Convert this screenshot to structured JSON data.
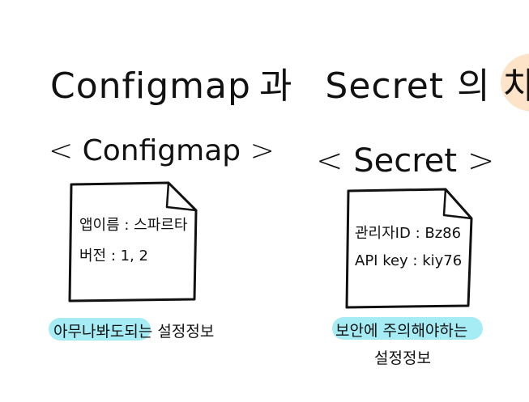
{
  "title": {
    "configmap": "Configmap",
    "and": "과",
    "secret": "Secret",
    "of": "의",
    "difference": "차이"
  },
  "configmap": {
    "heading_open": "<",
    "heading": "Configmap",
    "heading_close": ">",
    "lines": [
      "앱이름 : 스파르타",
      "버전 : 1, 2"
    ],
    "caption": "아무나봐도되는 설정정보"
  },
  "secret": {
    "heading_open": "<",
    "heading": "Secret",
    "heading_close": ">",
    "lines": [
      "관리자ID : Bz86",
      "API key : kiy76"
    ],
    "caption_line1": "보안에 주의해야하는",
    "caption_line2": "설정정보"
  },
  "colors": {
    "title_highlight": "#fde3c8",
    "caption_highlight": "#a6ecf5",
    "ink": "#111111"
  }
}
